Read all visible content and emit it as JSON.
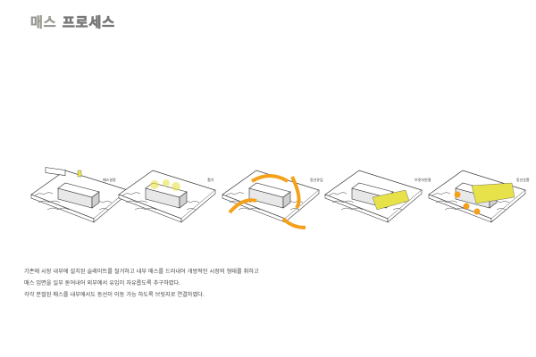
{
  "title": {
    "highlight": "매스",
    "rest": "프로세스"
  },
  "steps": [
    {
      "label": "매스설정"
    },
    {
      "label": "철거"
    },
    {
      "label": "동선유입"
    },
    {
      "label": "브릿지연결"
    },
    {
      "label": "동선순환"
    }
  ],
  "description": [
    "기존에 시장 내부에 설치된 슬레이트를 철거하고 내부 매스를 드러내어 개방적인 시장의 형태를 취하고",
    "매스 입면을 일부 돋어내어 외부에서 유입이 자유롭도록 추구하였다.",
    "각각 분절된 매스를 내부에서도 동선이 이동 가능 하도록 브릿지로 연결하였다."
  ],
  "colors": {
    "accent_yellow": "#e8e24a",
    "accent_orange": "#f5a01a"
  }
}
